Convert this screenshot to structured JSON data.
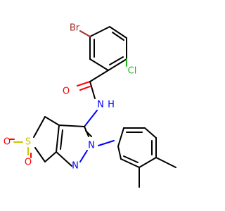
{
  "atoms": {
    "bromine": "Br",
    "chlorine": "Cl",
    "carbonyl_oxygen": "O",
    "amide_nitrogen": "N",
    "amide_hydrogen": "H",
    "sulfur": "S",
    "sulfonyl_oxygen_1": "O",
    "sulfonyl_oxygen_2": "O",
    "pyrazole_n2": "N",
    "pyrazole_n1": "N"
  },
  "colors": {
    "bromine": "#a52a2a",
    "chlorine": "#1fb51f",
    "oxygen": "#ff0000",
    "nitrogen": "#0000ff",
    "sulfur": "#c6c600",
    "carbon": "#000000"
  }
}
